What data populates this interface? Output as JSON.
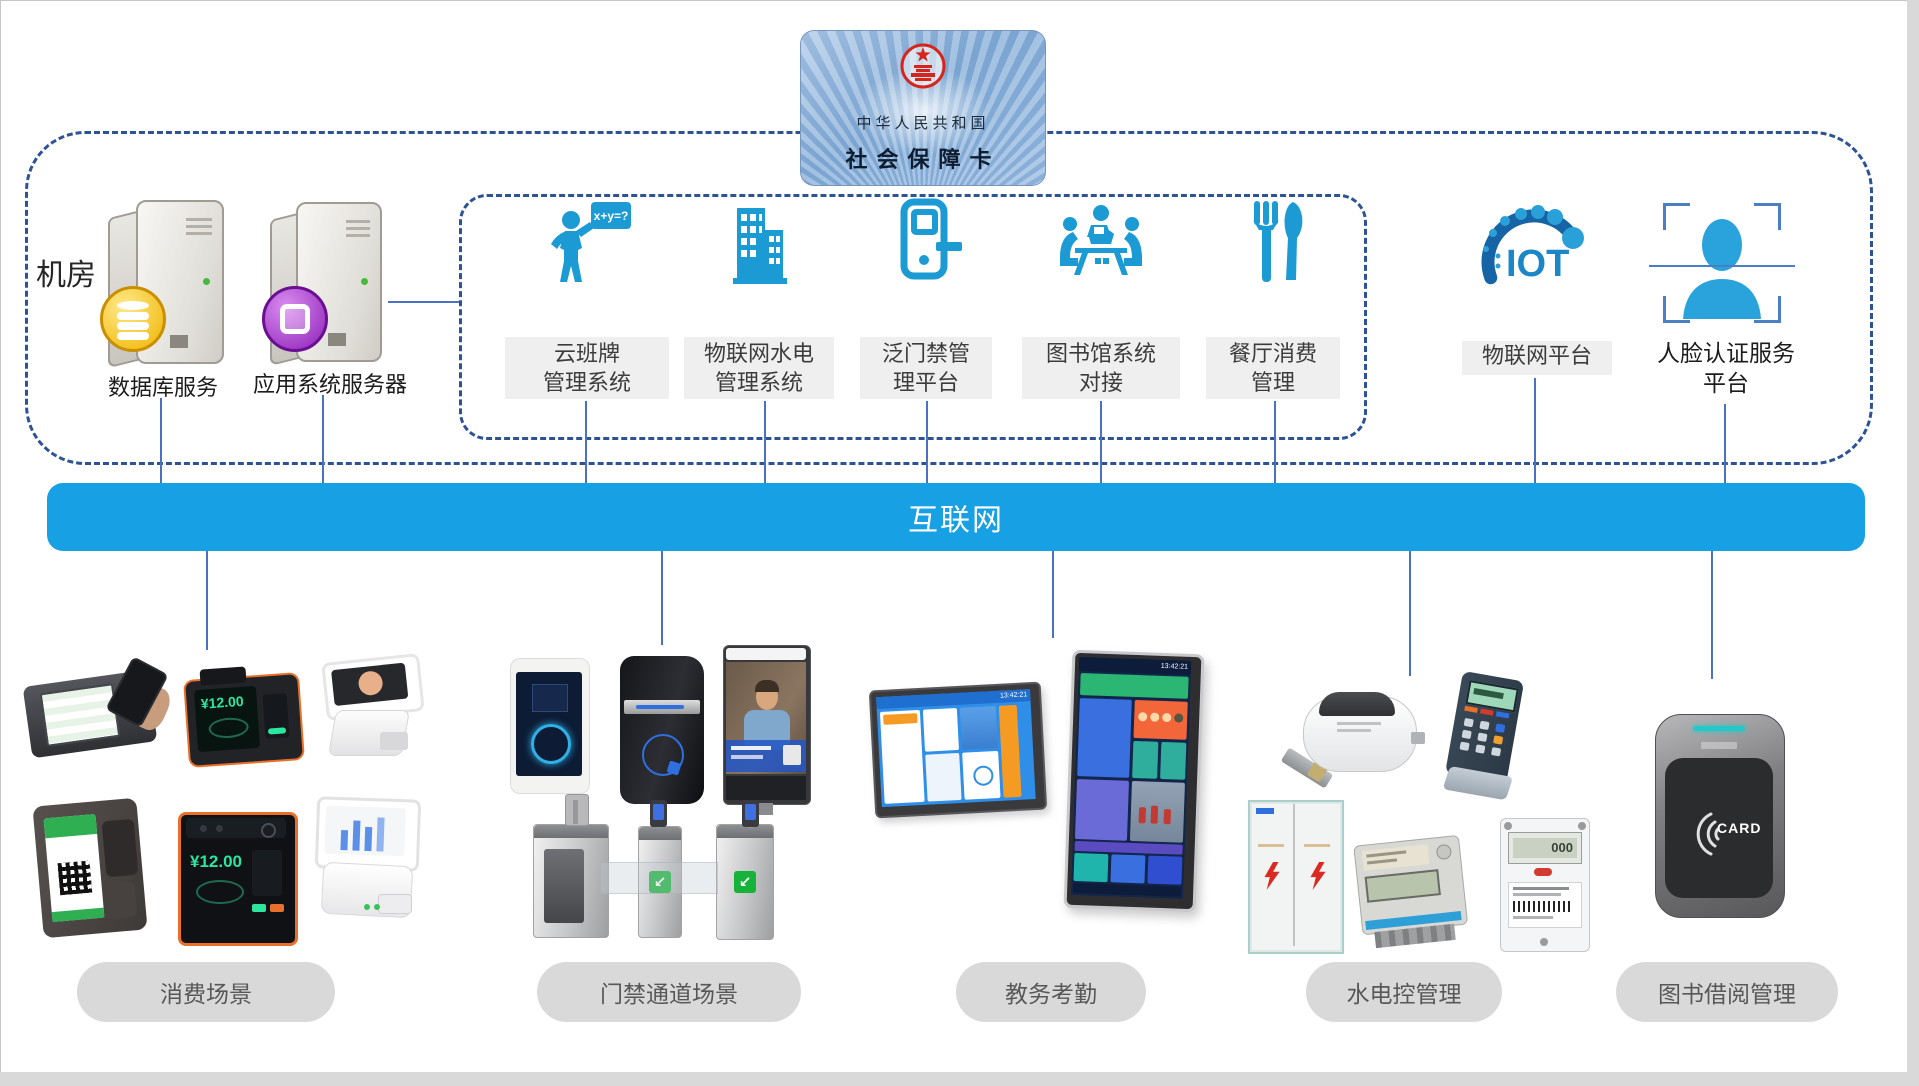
{
  "card": {
    "country": "中华人民共和国",
    "title": "社会保障卡"
  },
  "machine_room": {
    "label": "机房",
    "db_server_label": "数据库服务",
    "app_server_label": "应用系统服务器"
  },
  "systems": [
    {
      "line1": "云班牌",
      "line2": "管理系统",
      "board_text": "x+y=?"
    },
    {
      "line1": "物联网水电",
      "line2": "管理系统"
    },
    {
      "line1": "泛门禁管",
      "line2": "理平台"
    },
    {
      "line1": "图书馆系统",
      "line2": "对接"
    },
    {
      "line1": "餐厅消费",
      "line2": "管理"
    }
  ],
  "iot": {
    "logo_text": "IOT",
    "label": "物联网平台"
  },
  "face": {
    "line1": "人脸认证服务",
    "line2": "平台"
  },
  "internet": {
    "label": "互联网"
  },
  "scenes": [
    {
      "label": "消费场景"
    },
    {
      "label": "门禁通道场景"
    },
    {
      "label": "教务考勤"
    },
    {
      "label": "水电控管理"
    },
    {
      "label": "图书借阅管理"
    }
  ],
  "devices": {
    "pos_amount": "¥12.00",
    "board_time": "13:42:21",
    "meter_reading": "000",
    "card_reader_label": "CARD"
  },
  "colors": {
    "internet_bar": "#18a0e4",
    "dashed_border": "#2e5395",
    "icon_blue": "#1b9ad3",
    "connector": "#4a72c4"
  }
}
